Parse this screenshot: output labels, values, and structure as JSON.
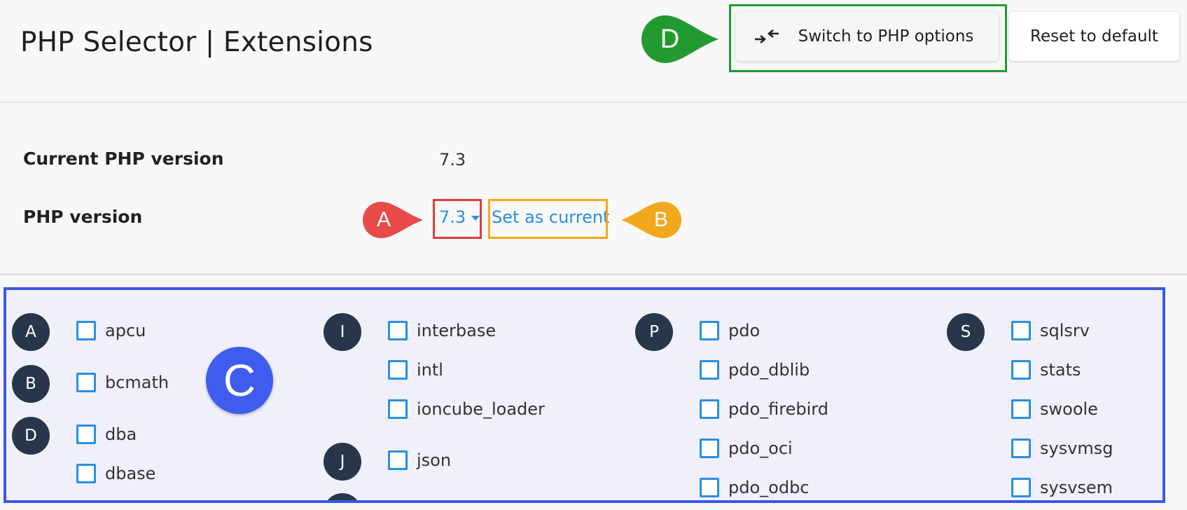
{
  "header": {
    "title": "PHP Selector | Extensions",
    "switch_button": "Switch to PHP options",
    "reset_button": "Reset to default"
  },
  "info": {
    "current_label": "Current PHP version",
    "current_value": "7.3",
    "version_label": "PHP version",
    "version_selected": "7.3",
    "set_current": "Set as current"
  },
  "markers": {
    "a": "A",
    "b": "B",
    "c": "C",
    "d": "D"
  },
  "colors": {
    "marker_a": "#e84a4a",
    "marker_b": "#f2a81d",
    "marker_c": "#3e5cf0",
    "marker_d": "#239a2f",
    "link": "#2a8ee0",
    "letter_badge": "#27364a"
  },
  "extensions": {
    "col1": {
      "groups": [
        {
          "letter": "A",
          "items": [
            "apcu"
          ]
        },
        {
          "letter": "B",
          "items": [
            "bcmath"
          ]
        },
        {
          "letter": "D",
          "items": [
            "dba",
            "dbase"
          ]
        }
      ]
    },
    "col2": {
      "groups": [
        {
          "letter": "I",
          "items": [
            "interbase",
            "intl",
            "ioncube_loader"
          ]
        },
        {
          "letter": "J",
          "items": [
            "json"
          ]
        }
      ]
    },
    "col3": {
      "groups": [
        {
          "letter": "P",
          "items": [
            "pdo",
            "pdo_dblib",
            "pdo_firebird",
            "pdo_oci",
            "pdo_odbc"
          ]
        }
      ]
    },
    "col4": {
      "groups": [
        {
          "letter": "S",
          "items": [
            "sqlsrv",
            "stats",
            "swoole",
            "sysvmsg",
            "sysvsem"
          ]
        }
      ]
    }
  }
}
